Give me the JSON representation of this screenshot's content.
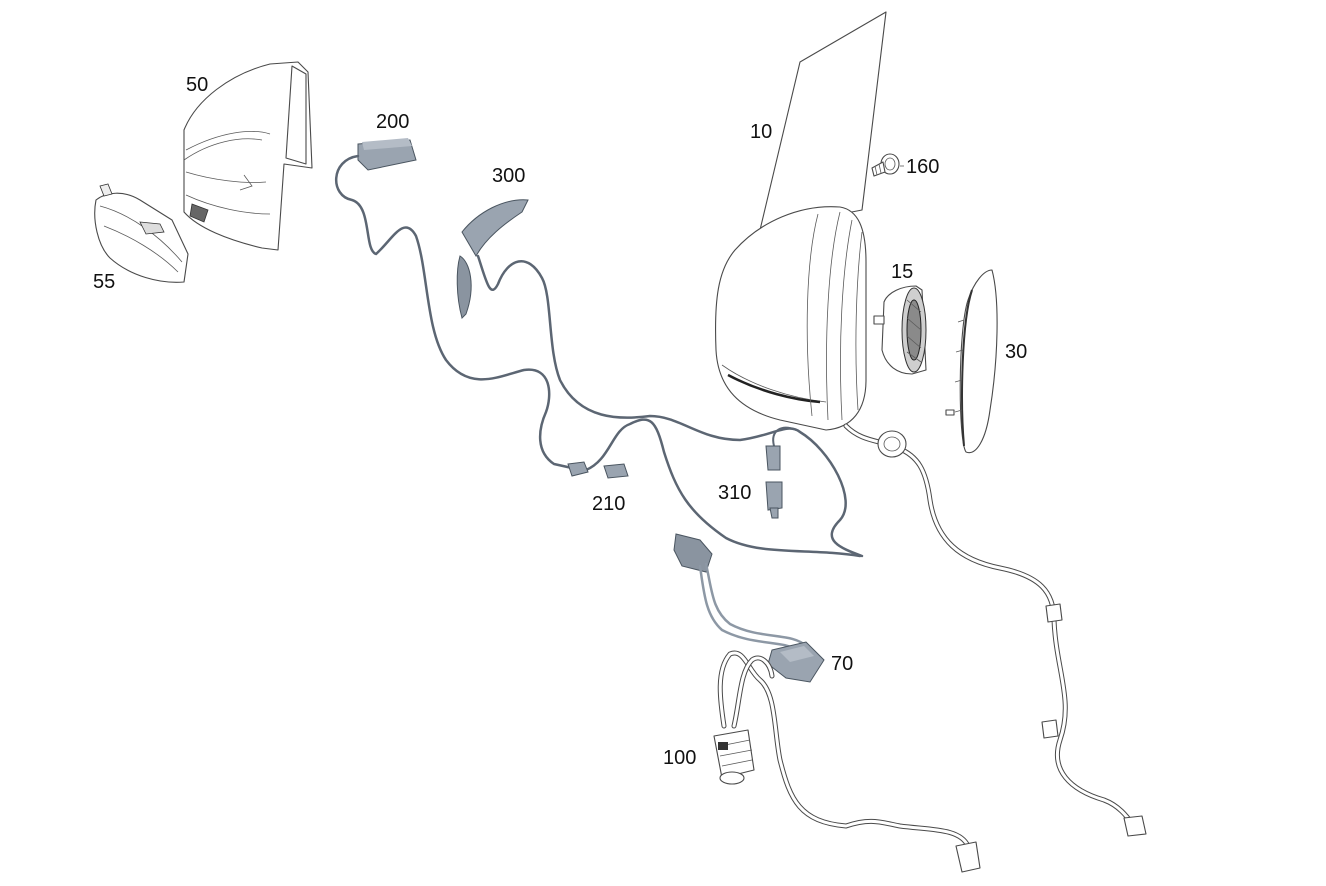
{
  "diagram": {
    "callouts": [
      {
        "id": "10",
        "label": "10"
      },
      {
        "id": "15",
        "label": "15"
      },
      {
        "id": "30",
        "label": "30"
      },
      {
        "id": "50",
        "label": "50"
      },
      {
        "id": "55",
        "label": "55"
      },
      {
        "id": "70",
        "label": "70"
      },
      {
        "id": "100",
        "label": "100"
      },
      {
        "id": "160",
        "label": "160"
      },
      {
        "id": "200",
        "label": "200"
      },
      {
        "id": "210",
        "label": "210"
      },
      {
        "id": "300",
        "label": "300"
      },
      {
        "id": "310",
        "label": "310"
      }
    ],
    "colors": {
      "outline": "#4a4a4a",
      "electrical_part": "#9aa4b0",
      "electrical_cable": "#5c6673",
      "background": "#ffffff"
    }
  }
}
